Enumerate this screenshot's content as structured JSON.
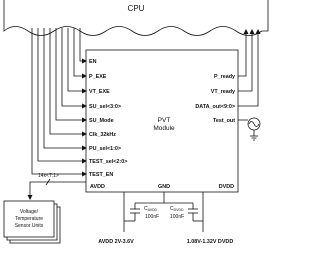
{
  "cpu": {
    "label": "CPU"
  },
  "module": {
    "name_line1": "PVT",
    "name_line2": "Module"
  },
  "inputs": [
    "EN",
    "P_EXE",
    "VT_EXE",
    "SU_sel<3:0>",
    "SU_Mode",
    "Clk_32kHz",
    "PU_sel<1:0>",
    "TEST_sel<2:0>",
    "TEST_EN"
  ],
  "outputs": [
    "P_ready",
    "VT_ready",
    "DATA_out<9:0>",
    "Test_out"
  ],
  "bottom_pins": {
    "avdd": "AVDD",
    "gnd": "GND",
    "dvdd": "DVDD"
  },
  "bus": {
    "label": "14x<7:1>"
  },
  "sensor": {
    "line1": "Voltage/",
    "line2": "Temperature",
    "line3": "Sensor Units"
  },
  "cap_avdd": {
    "label": "C",
    "sub": "AVDD",
    "value": "100nF"
  },
  "cap_dvdd": {
    "label": "C",
    "sub": "DVDD",
    "value": "100nF"
  },
  "supply_avdd": {
    "label": "AVDD 2V-3.6V"
  },
  "supply_dvdd": {
    "label": "1.08V-1.32V DVDD"
  },
  "colors": {
    "ink": "#111111",
    "background": "#ffffff"
  }
}
